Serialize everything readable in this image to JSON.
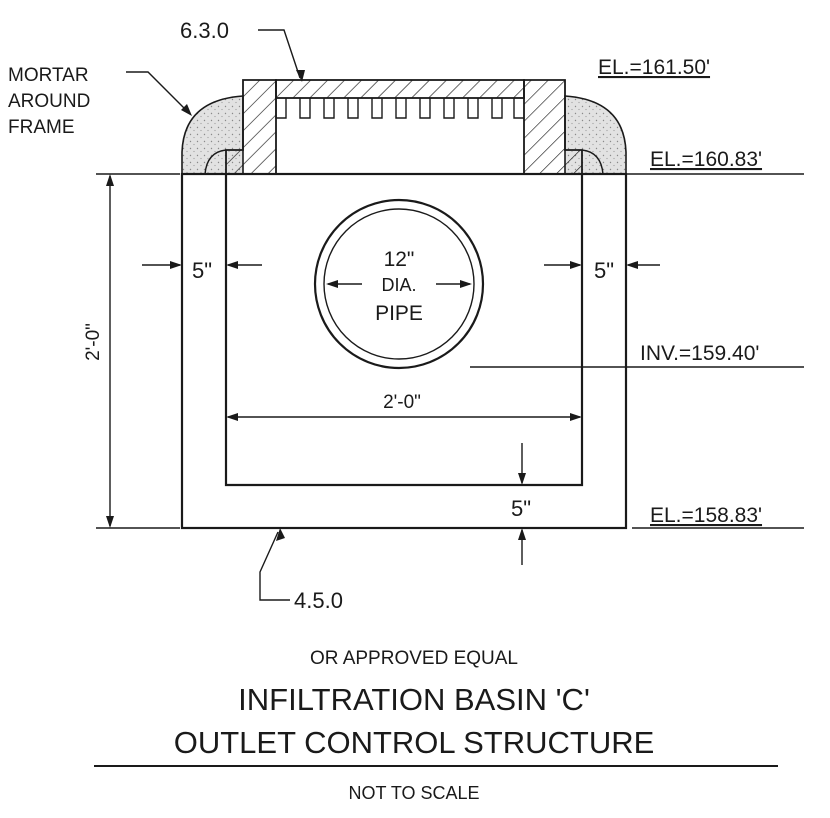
{
  "callouts": {
    "top_ref": "6.3.0",
    "mortar": [
      "MORTAR",
      "AROUND",
      "FRAME"
    ],
    "bottom_ref": "4.5.0"
  },
  "elevations": {
    "top": "EL.=161.50'",
    "frame": "EL.=160.83'",
    "invert": "INV.=159.40'",
    "bottom": "EL.=158.83'"
  },
  "dimensions": {
    "left_wall": "5\"",
    "right_wall": "5\"",
    "base_slab": "5\"",
    "overall_height": "2'-0\"",
    "inside_width": "2'-0\""
  },
  "pipe": {
    "size": "12\"",
    "dia": "DIA.",
    "label": "PIPE"
  },
  "title": {
    "note": "OR APPROVED EQUAL",
    "line1": "INFILTRATION BASIN 'C'",
    "line2": "OUTLET CONTROL STRUCTURE",
    "scale": "NOT TO SCALE"
  },
  "colors": {
    "ink": "#1a1a1a",
    "mortar_fill": "#d9d9d9",
    "background": "#ffffff"
  }
}
